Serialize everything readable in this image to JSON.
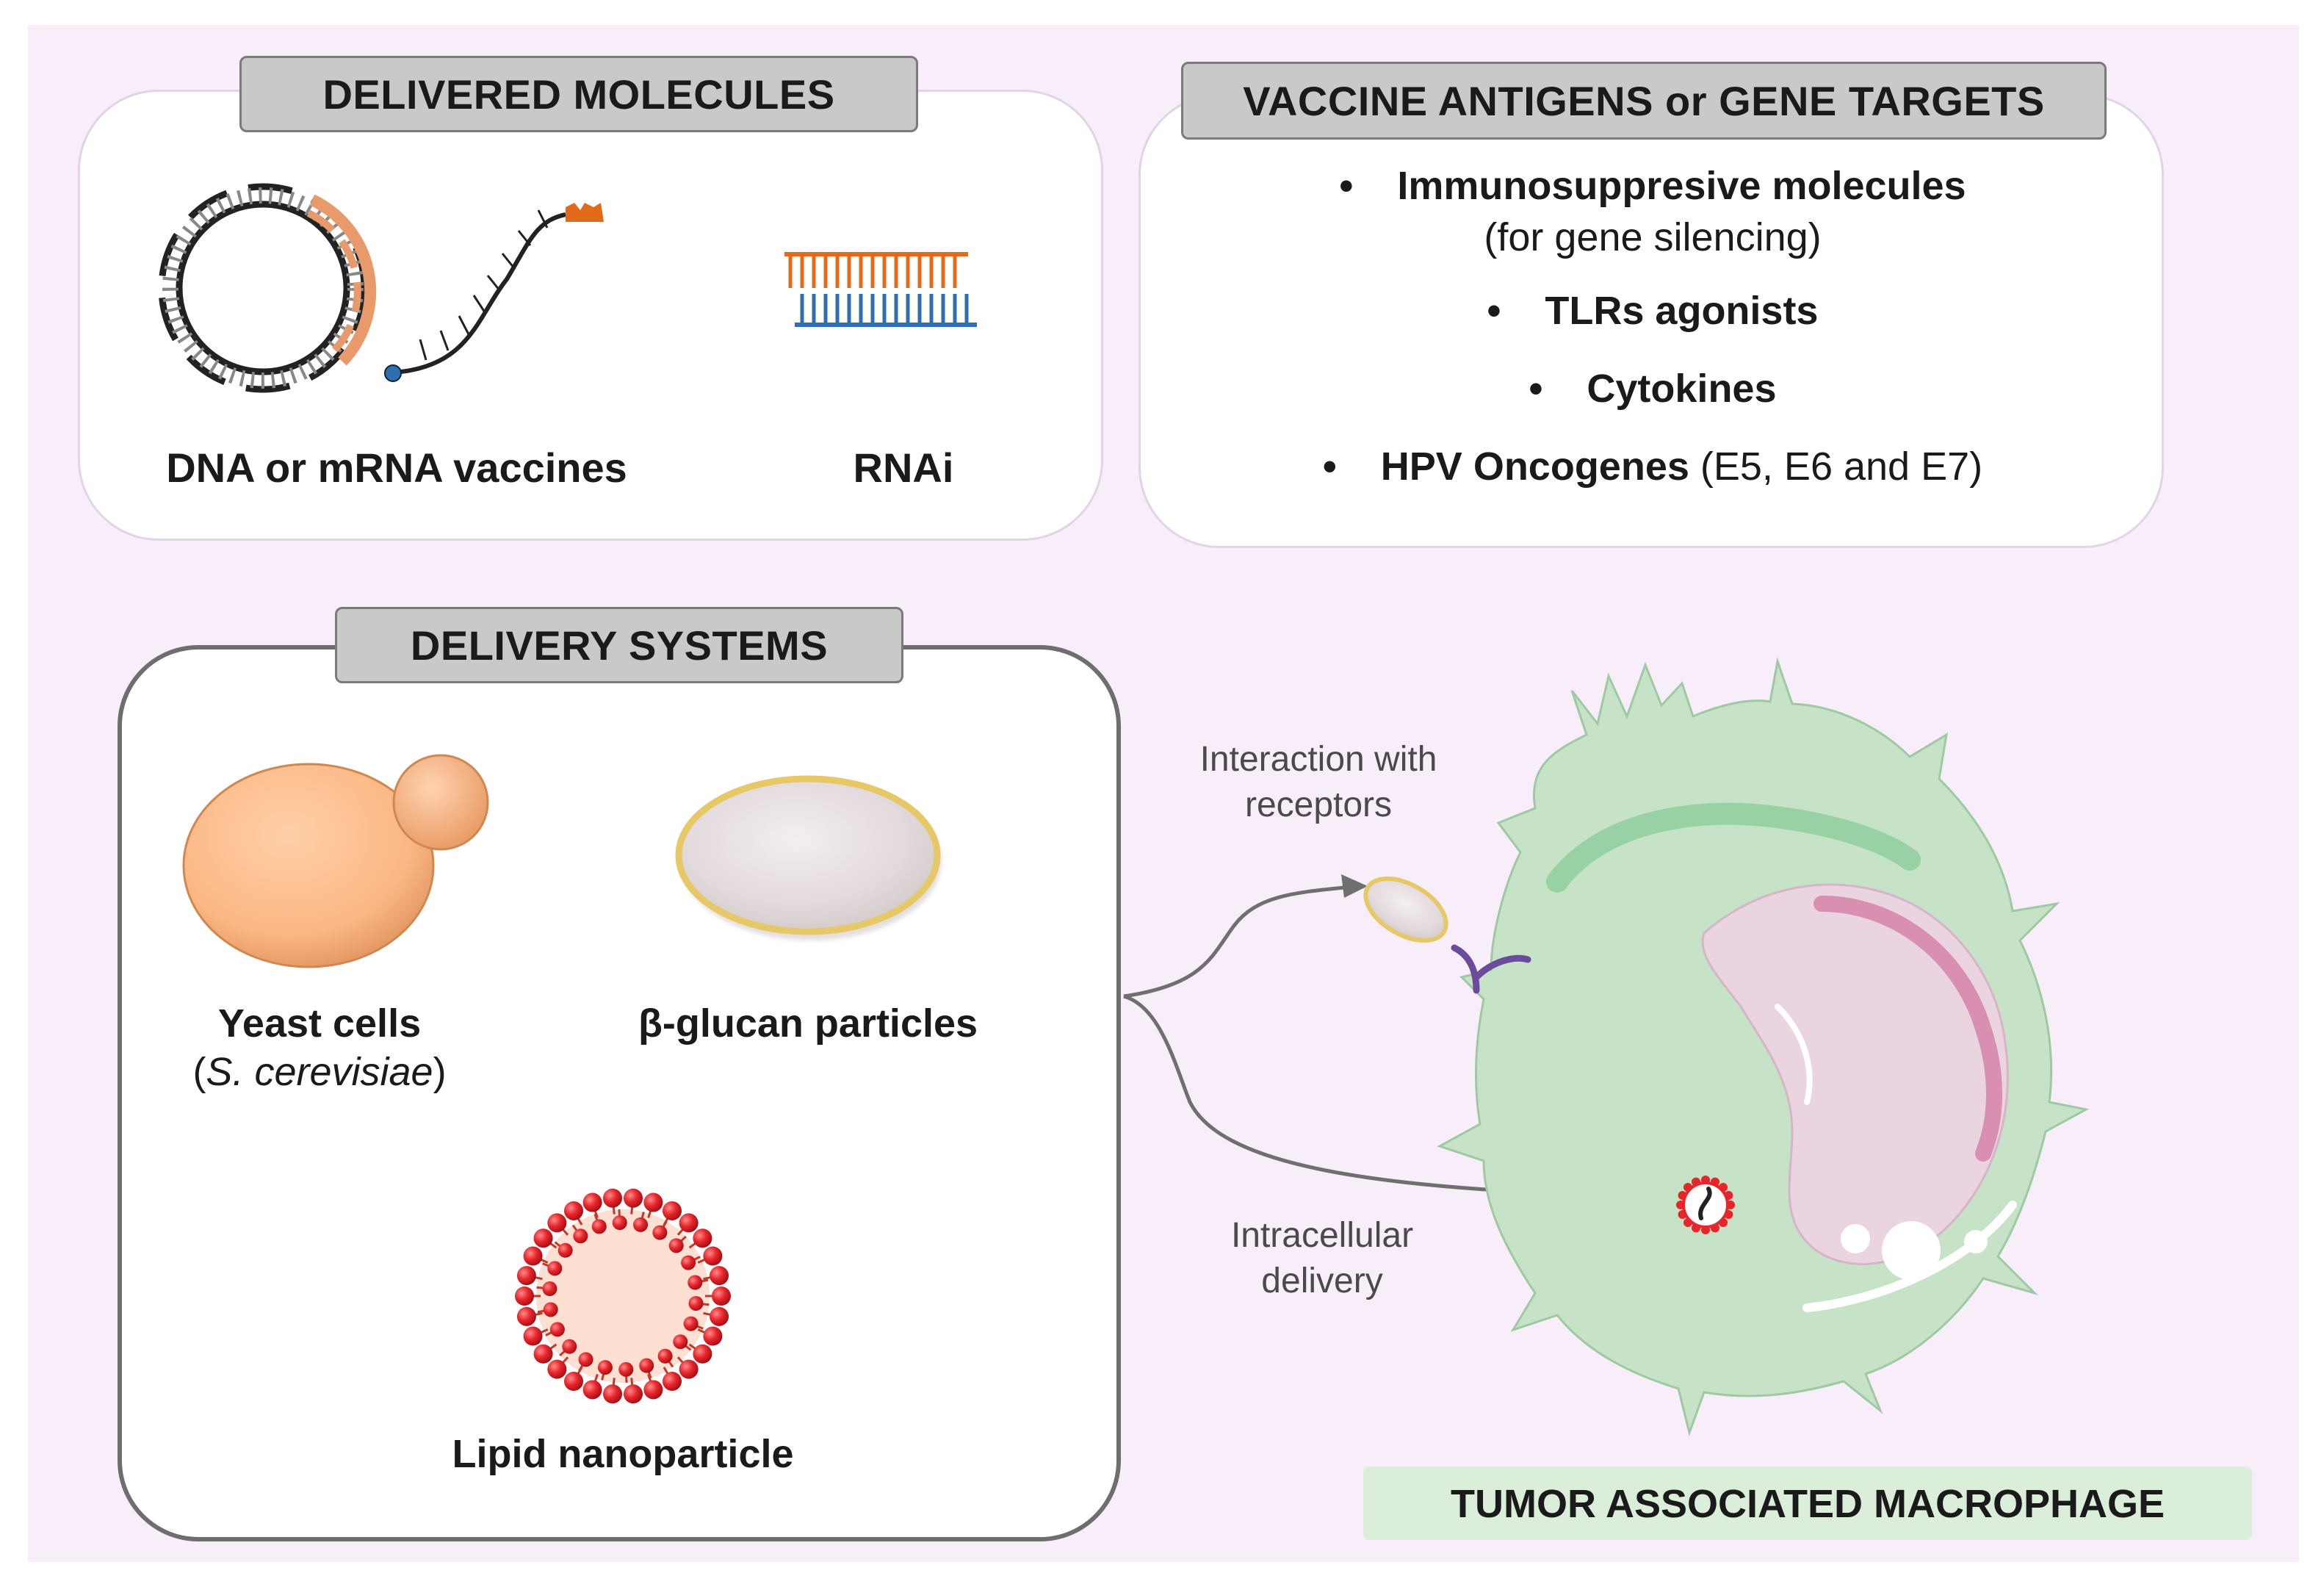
{
  "delivered": {
    "title": "DELIVERED MOLECULES",
    "dna_label": "DNA or mRNA vaccines",
    "rnai_label": "RNAi"
  },
  "targets": {
    "title": "VACCINE ANTIGENS or GENE TARGETS",
    "items": [
      {
        "text": "Immunosuppresive molecules",
        "sub": "(for gene silencing)"
      },
      {
        "text": "TLRs agonists"
      },
      {
        "text": "Cytokines"
      },
      {
        "text": "HPV Oncogenes",
        "suffix": " (E5, E6 and E7)"
      }
    ]
  },
  "delivery": {
    "title": "DELIVERY SYSTEMS",
    "yeast_label": "Yeast cells",
    "yeast_species": "S. cerevisiae",
    "glucan_label": "β-glucan particles",
    "lipid_label": "Lipid nanoparticle"
  },
  "macrophage": {
    "title": "TUMOR ASSOCIATED MACROPHAGE",
    "interaction_line1": "Interaction with",
    "interaction_line2": "receptors",
    "intracellular_line1": "Intracellular",
    "intracellular_line2": "delivery"
  },
  "colors": {
    "background": "#f7eef9",
    "cell": "#c6e3c7",
    "orange": "#e46a1b",
    "blue": "#2f6fb0",
    "nanoparticle": "#e8252b"
  }
}
